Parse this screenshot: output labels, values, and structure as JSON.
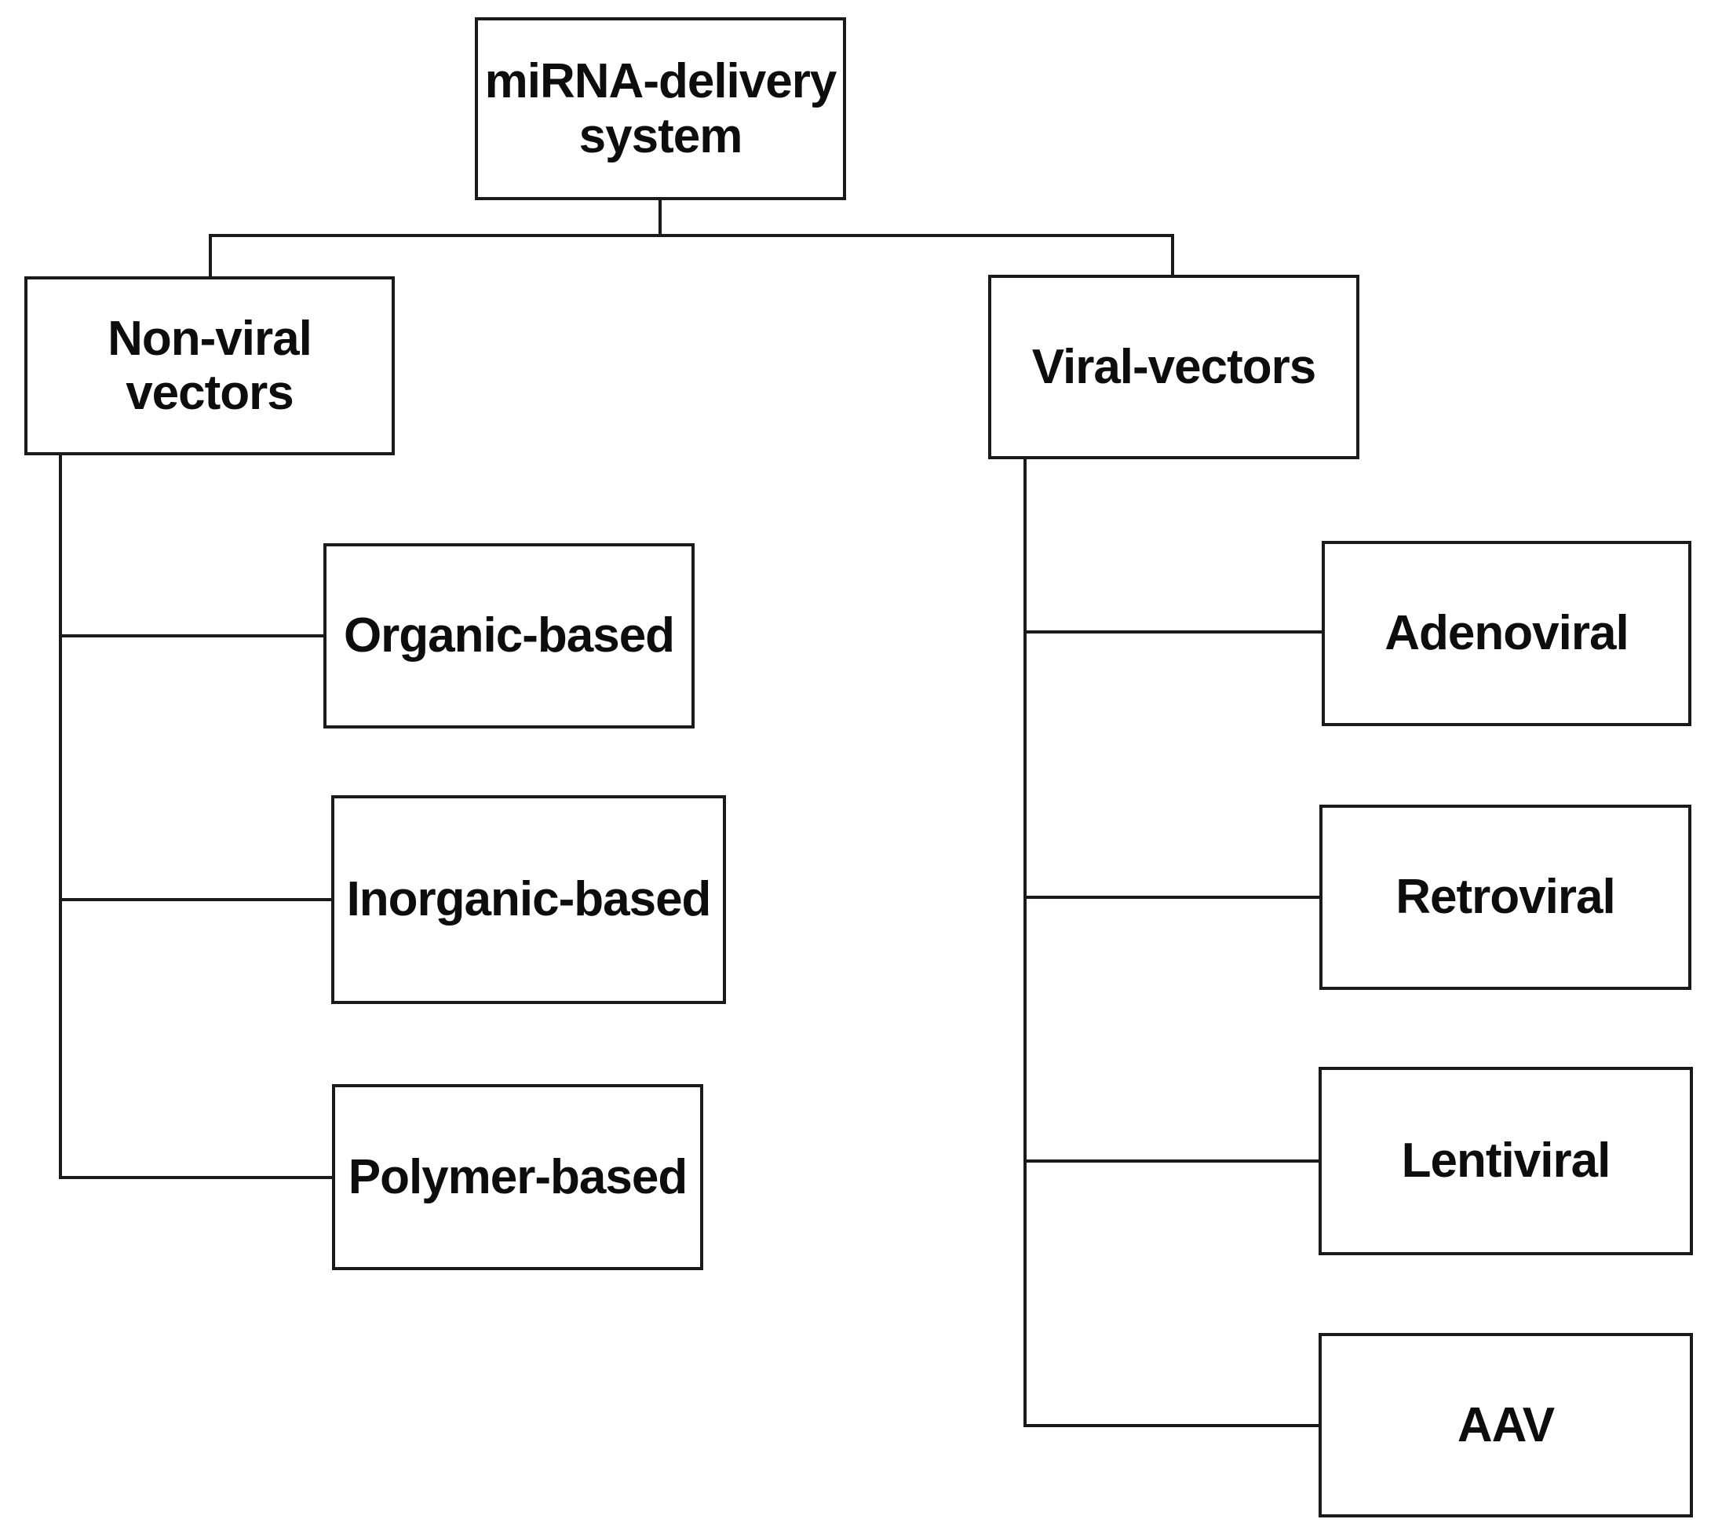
{
  "figure": {
    "background": "#ffffff",
    "box_fill": "#ffffff",
    "line_color": "#1a1a1a",
    "text_color": "#0d0d0d"
  },
  "nodes": {
    "root": {
      "label": "miRNA-delivery\nsystem"
    },
    "nonviral": {
      "label": "Non-viral\nvectors"
    },
    "viral": {
      "label": "Viral-vectors"
    },
    "organic": {
      "label": "Organic-based"
    },
    "inorganic": {
      "label": "Inorganic-based"
    },
    "polymer": {
      "label": "Polymer-based"
    },
    "adenoviral": {
      "label": "Adenoviral"
    },
    "retroviral": {
      "label": "Retroviral"
    },
    "lentiviral": {
      "label": "Lentiviral"
    },
    "aav": {
      "label": "AAV"
    }
  },
  "hierarchy": {
    "root": "miRNA-delivery system",
    "children": [
      {
        "label": "Non-viral vectors",
        "children": [
          "Organic-based",
          "Inorganic-based",
          "Polymer-based"
        ]
      },
      {
        "label": "Viral-vectors",
        "children": [
          "Adenoviral",
          "Retroviral",
          "Lentiviral",
          "AAV"
        ]
      }
    ]
  }
}
